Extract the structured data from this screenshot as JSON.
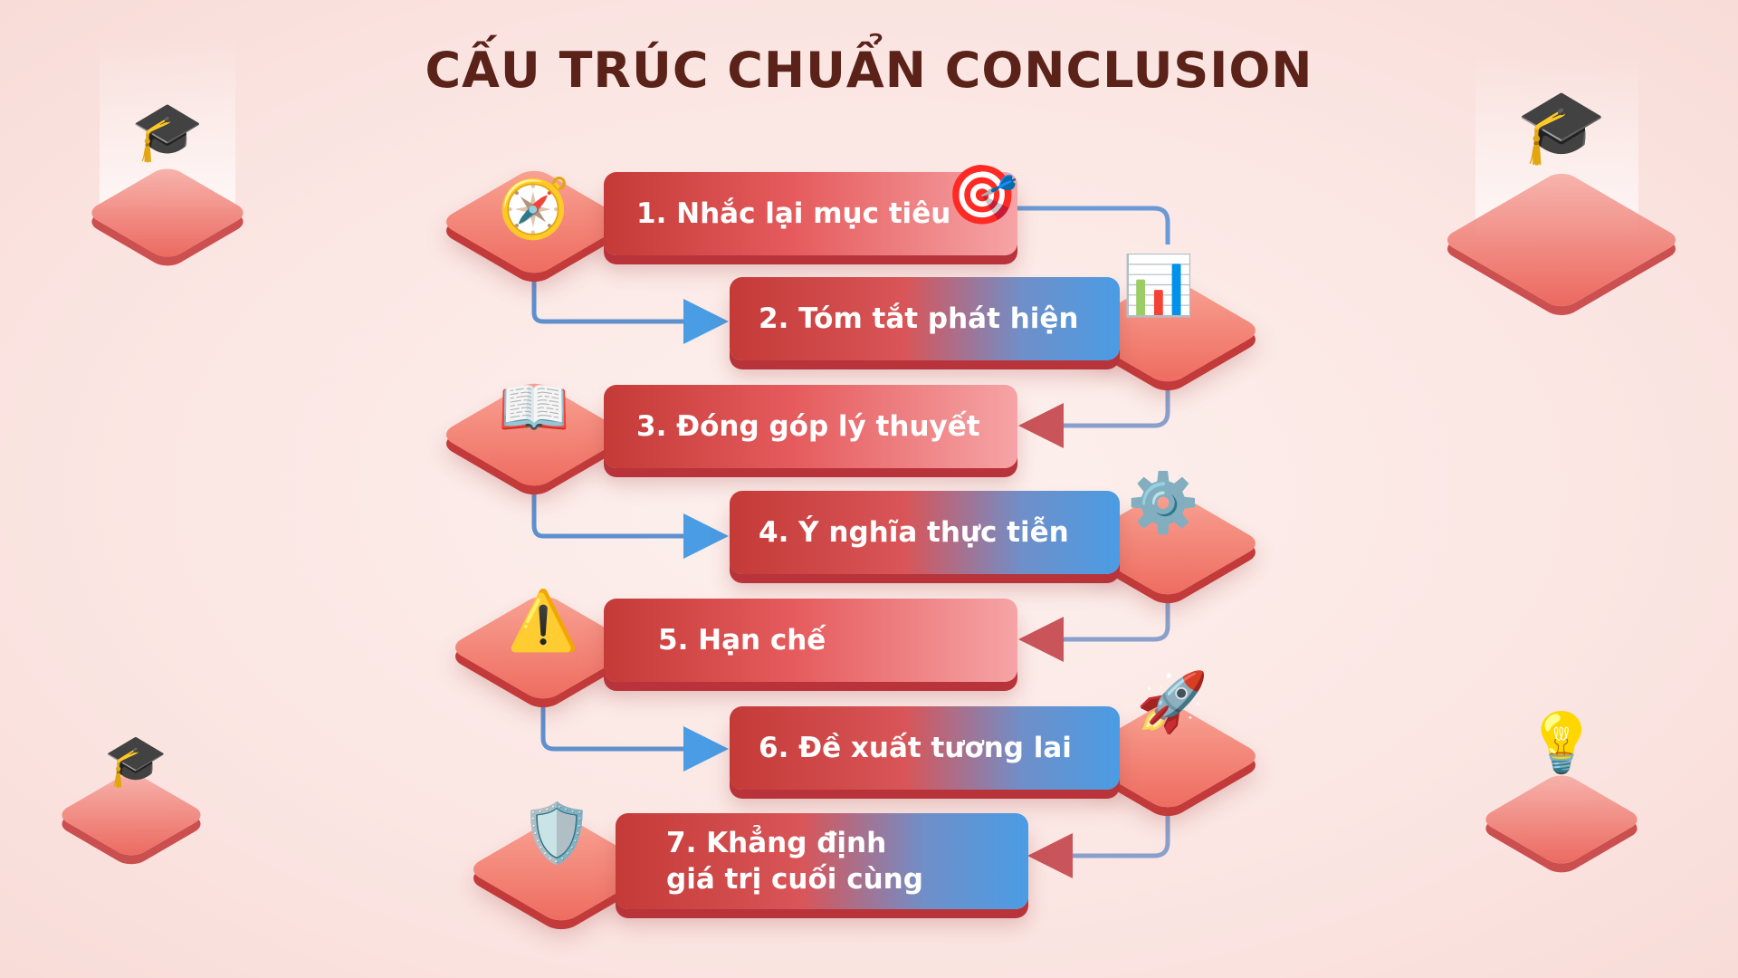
{
  "title": "CẤU TRÚC CHUẨN CONCLUSION",
  "steps": [
    {
      "label": "1. Nhắc lại mục tiêu",
      "icon": "compass-icon",
      "icon2": "target-icon"
    },
    {
      "label": "2. Tóm tắt phát hiện",
      "icon": "chart-check-icon"
    },
    {
      "label": "3. Đóng góp lý thuyết",
      "icon": "book-lightbulb-icon"
    },
    {
      "label": "4. Ý nghĩa thực tiễn",
      "icon": "gears-icon"
    },
    {
      "label": "5. Hạn chế",
      "icon": "warning-icon"
    },
    {
      "label": "6. Đề xuất tương lai",
      "icon": "rocket-icon"
    },
    {
      "label": "7. Khẳng định giá trị cuối cùng",
      "icon": "shield-star-icon"
    }
  ],
  "colors": {
    "title": "#5a2218",
    "red": "#c43a37",
    "blue": "#4a9ce4",
    "background": "#fbe6e3"
  }
}
